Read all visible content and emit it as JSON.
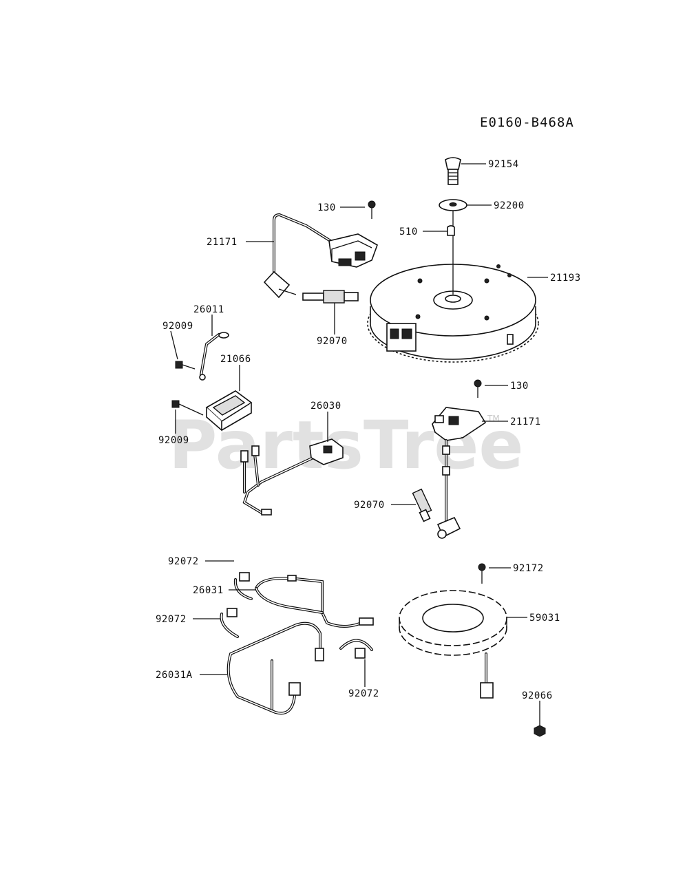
{
  "diagram_code": "E0160-B468A",
  "watermark": {
    "text": "PartsTree",
    "tm": "TM"
  },
  "parts": {
    "p92154": "92154",
    "p92200": "92200",
    "p130_top": "130",
    "p510": "510",
    "p21171_top": "21171",
    "p21193": "21193",
    "p26011": "26011",
    "p92009_top": "92009",
    "p21066": "21066",
    "p92070_top": "92070",
    "p130_mid": "130",
    "p21171_mid": "21171",
    "p92009_bot": "92009",
    "p26030": "26030",
    "p92070_mid": "92070",
    "p92072_a": "92072",
    "p92172": "92172",
    "p26031": "26031",
    "p59031": "59031",
    "p92072_b": "92072",
    "p26031A": "26031A",
    "p92072_c": "92072",
    "p92066": "92066"
  }
}
